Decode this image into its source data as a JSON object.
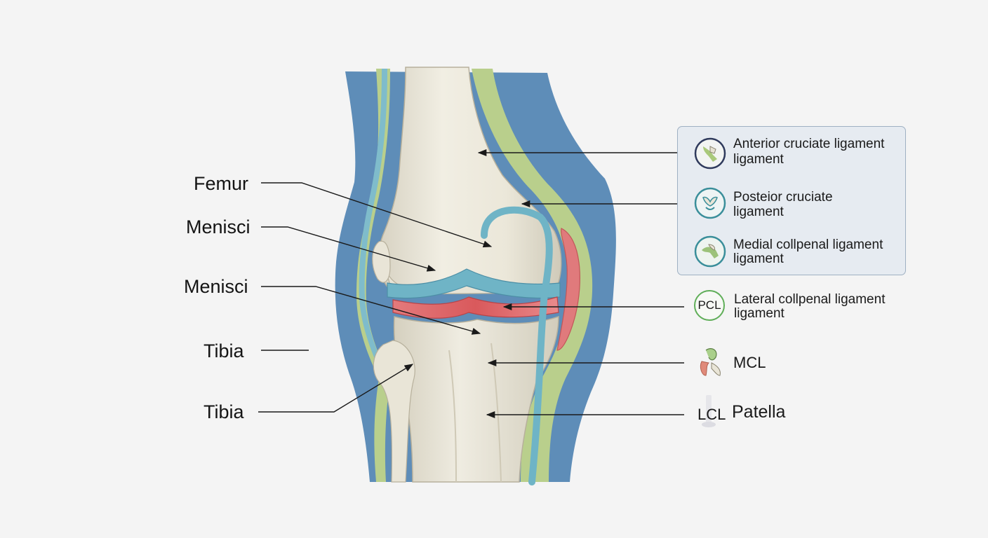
{
  "left_labels": [
    {
      "text": "Femur"
    },
    {
      "text": "Menisci"
    },
    {
      "text": "Menisci"
    },
    {
      "text": "Tibia"
    },
    {
      "text": "Tibia"
    }
  ],
  "legend": {
    "items": [
      {
        "line1": "Anterior cruciate ligament",
        "line2": "ligament",
        "icon": "knee-joint-icon"
      },
      {
        "line1": "Posteior cruciate",
        "line2": "ligament",
        "icon": "knee-joint-icon"
      },
      {
        "line1": "Medial collpenal ligament",
        "line2": "ligament",
        "icon": "knee-joint-icon"
      }
    ]
  },
  "right_labels": [
    {
      "badge": "PCL",
      "line1": "Lateral collpenal ligament",
      "line2": "ligament",
      "icon": "pcl-badge-icon"
    },
    {
      "text": "MCL",
      "icon": "ligament-icon"
    },
    {
      "badge": "LCL",
      "text": "Patella",
      "icon": "patella-icon"
    }
  ],
  "colors": {
    "background": "#f4f4f4",
    "soft_tissue": "#5e8db8",
    "bone": "#ece8da",
    "ligament": "#6fb4c6",
    "meniscus_red": "#d9595c",
    "tendon_green": "#b9cf8c",
    "legend_panel": "#e6ebf1",
    "icon_ring": "#2f3a5c",
    "pcl_ring": "#5fae58"
  }
}
